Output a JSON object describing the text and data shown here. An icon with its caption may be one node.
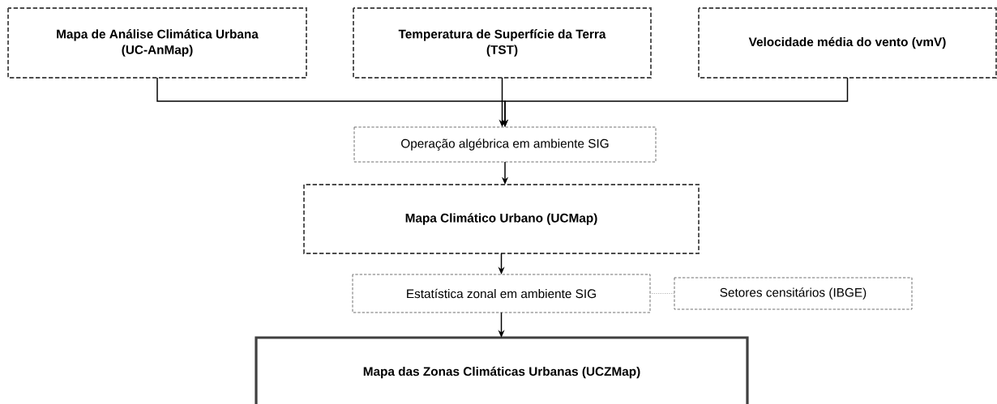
{
  "diagram": {
    "nodes": [
      {
        "text": [
          "Mapa de Análise Climática Urbana (UC-AnMap)"
        ]
      },
      {
        "text": [
          "Temperatura de Superfície da Terra (TST)"
        ]
      },
      {
        "text": [
          "Velocidade média do vento (vmV)"
        ]
      },
      {
        "text": [
          "Operação algébrica em ambiente SIG"
        ]
      },
      {
        "text": [
          "Mapa Climático Urbano (UCMap)"
        ]
      },
      {
        "text": [
          "Estatística zonal em ambiente SIG"
        ]
      },
      {
        "text": [
          "Setores censitários (IBGE)"
        ]
      },
      {
        "text": [
          "Mapa das Zonas Climáticas Urbanas (UCZMap)"
        ]
      }
    ],
    "edges": [
      {
        "from": 0,
        "to": 3,
        "arrow": "to"
      },
      {
        "from": 1,
        "to": 3,
        "arrow": "to"
      },
      {
        "from": 2,
        "to": 3,
        "arrow": "to"
      },
      {
        "from": 3,
        "to": 4,
        "arrow": "to"
      },
      {
        "from": 4,
        "to": 5,
        "arrow": "to"
      },
      {
        "from": 5,
        "to": 7,
        "arrow": "to"
      },
      {
        "from": 6,
        "to": 5,
        "arrow": "none",
        "style": "dashed",
        "color": "#999999"
      }
    ]
  }
}
